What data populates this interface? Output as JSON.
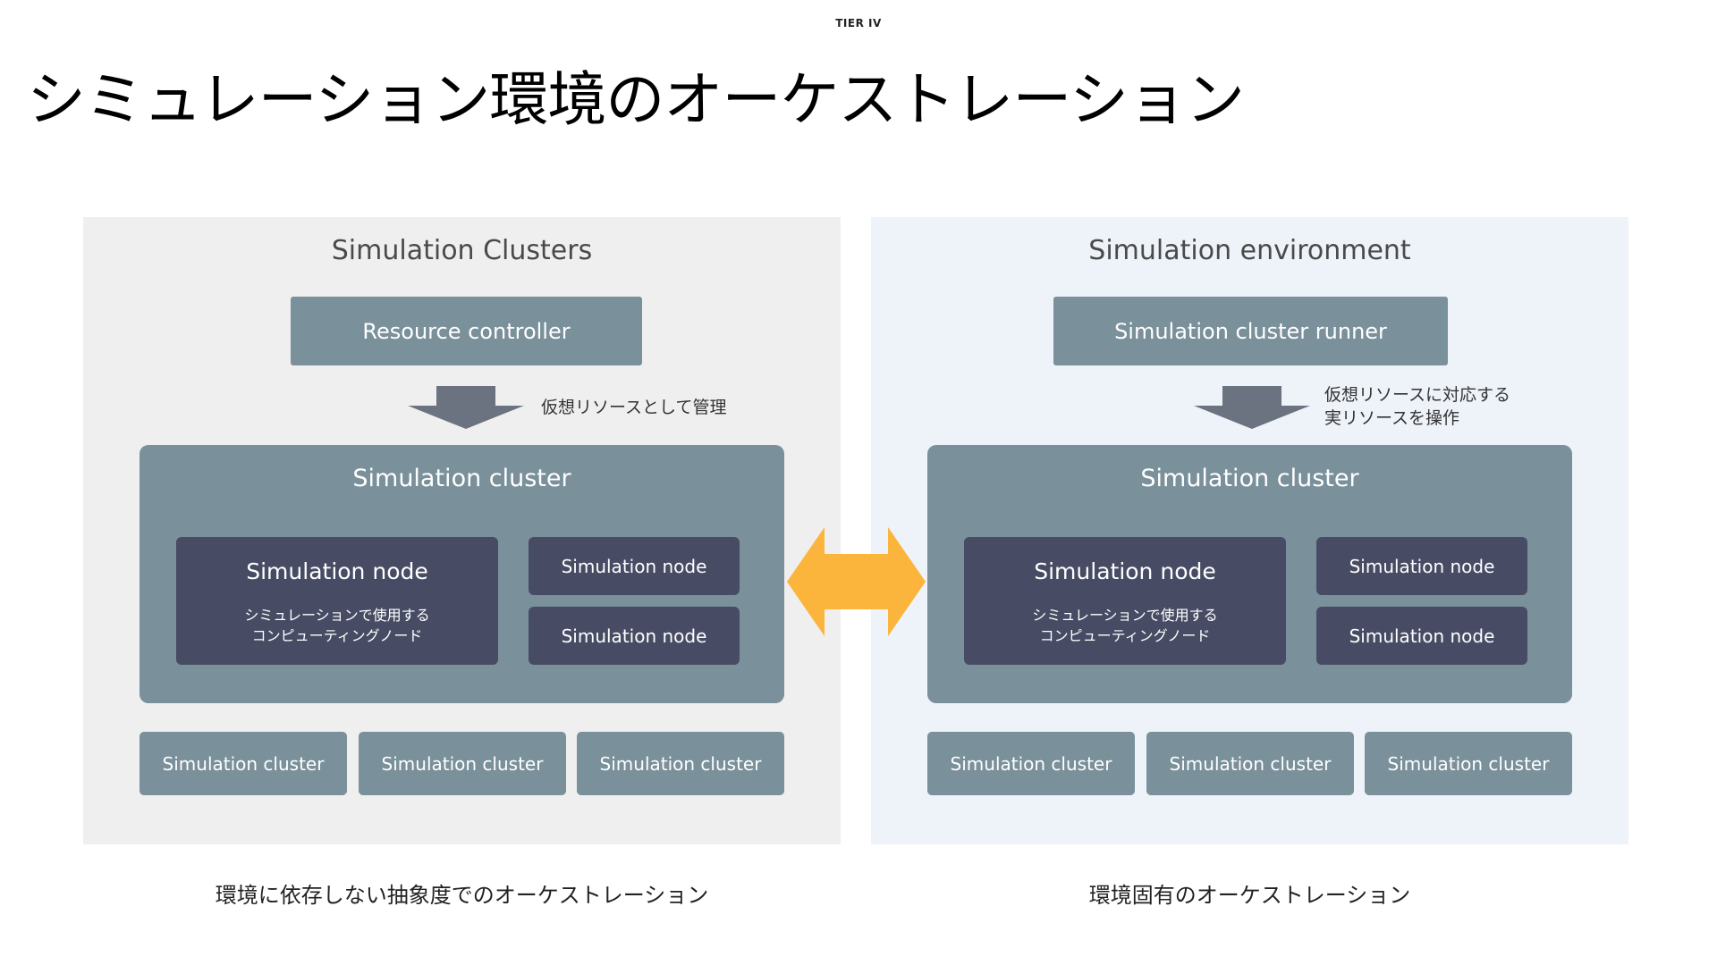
{
  "brand": "TIER IV",
  "title": "シミュレーション環境のオーケストレーション",
  "colors": {
    "panel_left_bg": "#efefef",
    "panel_right_bg": "#eef2f9",
    "cluster_bg": "#7a909a",
    "node_bg": "#474c64",
    "arrow_gray": "#6b7280",
    "double_arrow": "#fbb53c"
  },
  "left_panel": {
    "title": "Simulation Clusters",
    "top_box": "Resource controller",
    "arrow_note_line1": "仮想リソースとして管理",
    "cluster_title": "Simulation cluster",
    "node_main_title": "Simulation node",
    "node_main_desc_line1": "シミュレーションで使用する",
    "node_main_desc_line2": "コンピューティングノード",
    "node_small_1": "Simulation node",
    "node_small_2": "Simulation node",
    "small_clusters": [
      "Simulation cluster",
      "Simulation cluster",
      "Simulation cluster"
    ],
    "caption": "環境に依存しない抽象度でのオーケストレーション"
  },
  "right_panel": {
    "title": "Simulation environment",
    "top_box": "Simulation cluster runner",
    "arrow_note_line1": "仮想リソースに対応する",
    "arrow_note_line2": "実リソースを操作",
    "cluster_title": "Simulation cluster",
    "node_main_title": "Simulation node",
    "node_main_desc_line1": "シミュレーションで使用する",
    "node_main_desc_line2": "コンピューティングノード",
    "node_small_1": "Simulation node",
    "node_small_2": "Simulation node",
    "small_clusters": [
      "Simulation cluster",
      "Simulation cluster",
      "Simulation cluster"
    ],
    "caption": "環境固有のオーケストレーション"
  },
  "icons": {
    "down_arrow": "arrow-down-icon",
    "double_arrow": "double-arrow-icon"
  }
}
